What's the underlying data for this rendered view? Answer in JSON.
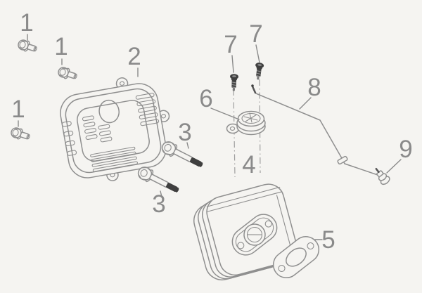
{
  "figure": {
    "colors": {
      "bg": "#f5f4f1",
      "line": "#8f8f8f",
      "dark": "#3f3f3f",
      "label": "#8a8a8a"
    }
  },
  "callouts": {
    "bolt1_a": "1",
    "bolt1_b": "1",
    "bolt1_c": "1",
    "guard": "2",
    "bolt3_a": "3",
    "bolt3_b": "3",
    "muffler": "4",
    "gasket": "5",
    "cap": "6",
    "screw7_a": "7",
    "screw7_b": "7",
    "rod": "8",
    "screw9": "9"
  }
}
